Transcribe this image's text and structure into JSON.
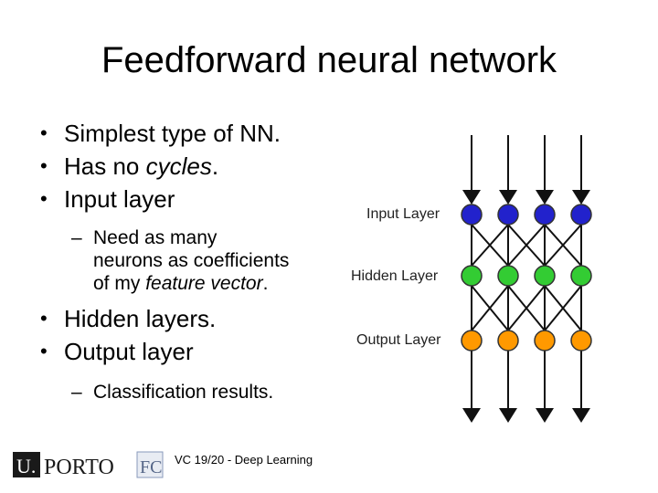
{
  "slide": {
    "title": "Feedforward neural network",
    "bullets": [
      {
        "text": "Simplest type of NN."
      },
      {
        "text_pre": "Has no ",
        "text_em": "cycles",
        "text_post": "."
      },
      {
        "text": "Input layer"
      },
      {
        "sub_line1": "Need as many",
        "sub_line2": "neurons as coefficients",
        "sub_line3_pre": "of my ",
        "sub_line3_em": "feature vector",
        "sub_line3_post": "."
      },
      {
        "text": "Hidden layers."
      },
      {
        "text": "Output layer"
      },
      {
        "sub": "Classification results."
      }
    ],
    "bullet_glyph": "•",
    "dash_glyph": "–"
  },
  "diagram": {
    "layers": [
      {
        "label": "Input Layer",
        "color": "#2222cc",
        "count": 4
      },
      {
        "label": "Hidden Layer",
        "color": "#33cc33",
        "count": 4
      },
      {
        "label": "Output Layer",
        "color": "#ff9900",
        "count": 4
      }
    ]
  },
  "footer": {
    "text": "VC 19/20 - Deep Learning",
    "logo_u": "U.",
    "logo_porto": "PORTO",
    "logo_fc": "FC"
  }
}
